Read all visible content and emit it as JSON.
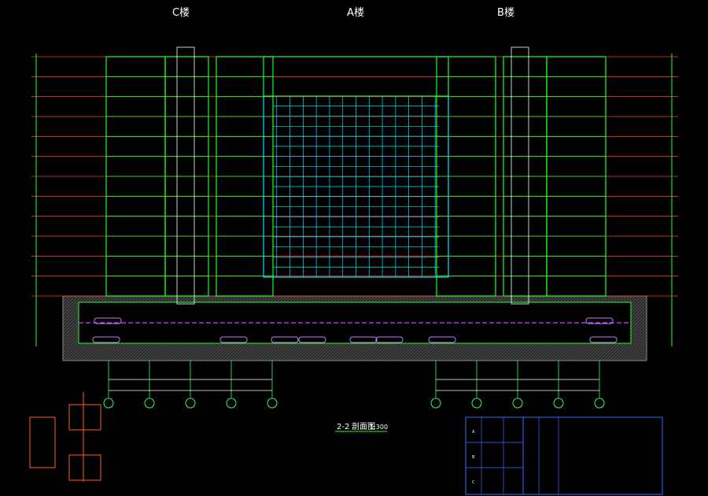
{
  "building_labels": [
    "C楼",
    "A楼",
    "B楼"
  ],
  "section_title": "2-2",
  "section_subtitle": "剖面图",
  "section_scale": "1:300",
  "floor_count": 13,
  "colors": {
    "background": "#000000",
    "structure": "#22ff22",
    "curtain_wall": "#00e5ff",
    "level_line": "#ff3b3b",
    "ground_line": "#cc44ff",
    "basement_fill": "#3a3a3a",
    "vehicle": "#cc77ff",
    "annotation": "#ffffff",
    "door": "#ffee00",
    "grid_axis": "#33ff66",
    "legend_border": "#3d6bff",
    "key_plan": "#ff5a1f"
  },
  "legend_table": {
    "header": [
      "",
      "",
      "",
      "",
      "",
      ""
    ],
    "groups": [
      "A",
      "B",
      "C"
    ]
  }
}
